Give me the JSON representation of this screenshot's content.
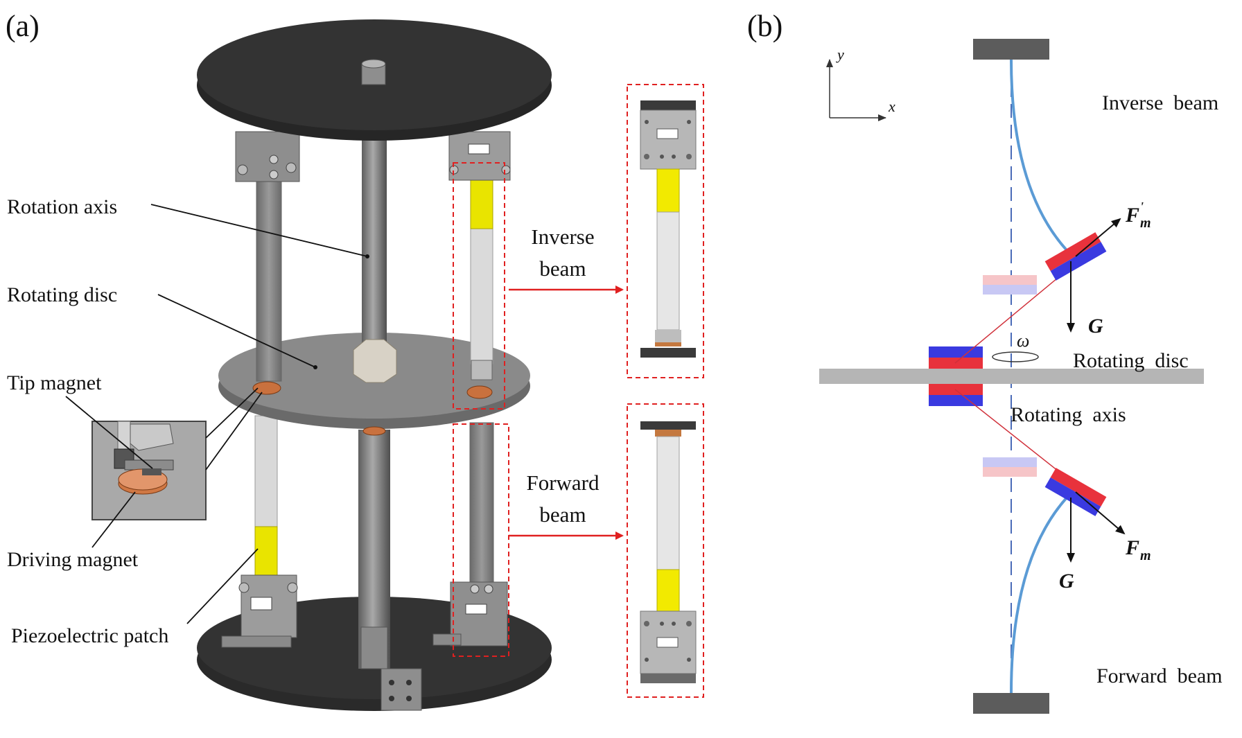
{
  "panel_a": {
    "label": "(a)",
    "callouts": {
      "rotation_axis": "Rotation axis",
      "rotating_disc": "Rotating disc",
      "tip_magnet": "Tip magnet",
      "driving_magnet": "Driving magnet",
      "piezo_patch": "Piezoelectric patch"
    },
    "inverse_beam": [
      "Inverse",
      "beam"
    ],
    "forward_beam": [
      "Forward",
      "beam"
    ]
  },
  "panel_b": {
    "label": "(b)",
    "axis_y": "y",
    "axis_x": "x",
    "inverse_beam": "Inverse  beam",
    "rotating_disc": "Rotating  disc",
    "rotating_axis": "Rotating  axis",
    "forward_beam": "Forward  beam",
    "force_top": "F",
    "force_top_sub": "m",
    "force_top_prime": "'",
    "force_bottom": "F",
    "force_bottom_sub": "m",
    "gravity_top": "G",
    "gravity_bottom": "G",
    "omega": "ω"
  },
  "colors": {
    "dark_disc": "#2e2e2e",
    "grey_disc": "#7c7c7c",
    "beam_blue": "#5b9bd5",
    "magnet_red": "#e8323c",
    "magnet_blue": "#3a3ae0",
    "callout_red": "#e02020",
    "patch_yellow": "#f2ea00"
  }
}
